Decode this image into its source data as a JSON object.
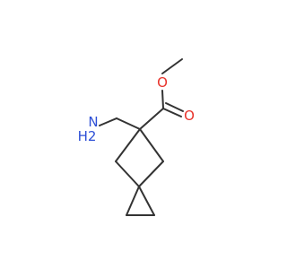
{
  "molecule": {
    "atom_labels": {
      "oxygen_methoxy": "O",
      "oxygen_carbonyl": "O",
      "nitrogen_amine_n": "N",
      "nitrogen_amine_h2": "H2"
    }
  },
  "colors": {
    "background": "#ffffff",
    "bond": "#333333",
    "oxygen": "#e8322a",
    "nitrogen": "#2d4fd6"
  }
}
